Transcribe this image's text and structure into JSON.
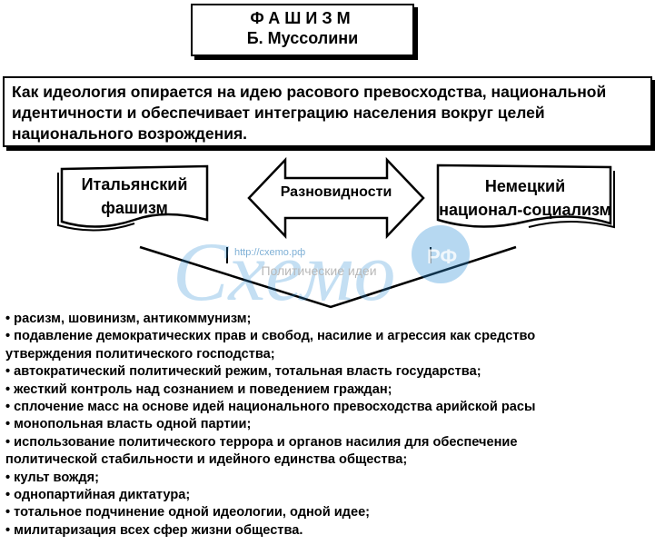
{
  "title": {
    "main": "ФАШИЗМ",
    "sub": "Б. Муссолини"
  },
  "definition": "Как идеология опирается на идею расового превосходства, национальной идентичности и обеспечивает интеграцию населения вокруг целей национального возрождения.",
  "varieties": {
    "label": "Разновидности",
    "left": [
      "Итальянский",
      "фашизм"
    ],
    "right": [
      "Немецкий",
      "национал-социализм"
    ]
  },
  "ideas_label": "Политические идеи",
  "watermark": {
    "url": "http://cxemo.рф",
    "logo": "Схемо",
    "logo_suffix": "РФ"
  },
  "ideas": [
    "• расизм, шовинизм, антикоммунизм;",
    "• подавление демократических прав и свобод, насилие и агрессия как средство",
    "утверждения политического господства;",
    "• автократический политический режим, тотальная власть государства;",
    "• жесткий контроль над сознанием и поведением граждан;",
    "• сплочение масс на основе идей национального превосходства арийской расы",
    "• монопольная власть одной партии;",
    "• использование политического террора и органов насилия для обеспечение",
    "политической стабильности и идейного единства общества;",
    "• культ вождя;",
    "• однопартийная диктатура;",
    "• тотальное подчинение одной идеологии, одной идее;",
    "• милитаризация всех сфер жизни общества."
  ],
  "colors": {
    "watermark": "#2f8fd6",
    "faded_label": "#b8b8b8"
  }
}
